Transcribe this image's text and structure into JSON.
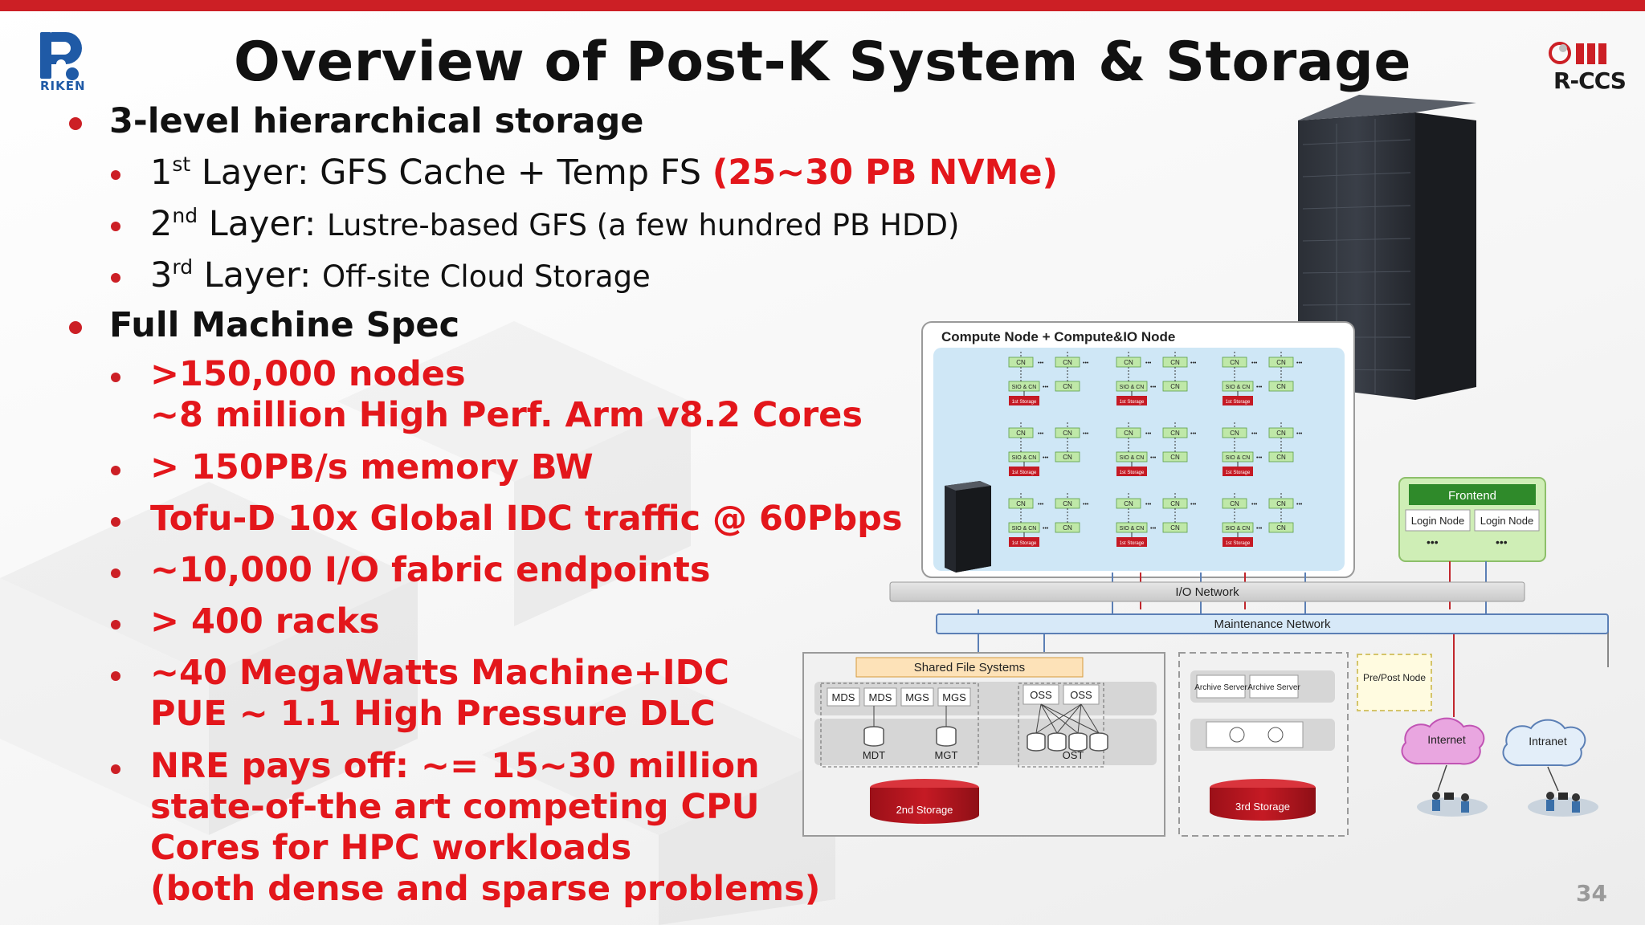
{
  "slide": {
    "title": "Overview of Post-K System & Storage",
    "page_number": "34",
    "logos": {
      "left": "RIKEN",
      "right": "R-CCS"
    },
    "accent_color": "#cc1f25",
    "highlight_color": "#e3161b"
  },
  "bullets": {
    "storage": {
      "heading": "3-level hierarchical storage",
      "layers": [
        {
          "num": "1",
          "sup": "st",
          "prefix": " Layer: ",
          "text": "GFS Cache + Temp FS ",
          "highlight": "(25~30 PB NVMe)"
        },
        {
          "num": "2",
          "sup": "nd",
          "prefix": " Layer: ",
          "text": "Lustre-based GFS (a few hundred PB HDD)"
        },
        {
          "num": "3",
          "sup": "rd",
          "prefix": " Layer: ",
          "text": "Off-site Cloud Storage"
        }
      ]
    },
    "spec": {
      "heading": "Full Machine Spec",
      "items": [
        {
          "line1": ">150,000 nodes",
          "line2": "~8 million High Perf. Arm v8.2 Cores"
        },
        {
          "line1": "> 150PB/s memory BW"
        },
        {
          "line1": "Tofu-D 10x Global IDC traffic @ 60Pbps"
        },
        {
          "line1": "~10,000 I/O fabric endpoints"
        },
        {
          "line1": "> 400 racks"
        },
        {
          "line1": "~40 MegaWatts Machine+IDC",
          "line2": "PUE ~ 1.1 High Pressure DLC"
        },
        {
          "line1": "NRE pays off: ~= 15~30 million",
          "line2": "state-of-the art competing CPU",
          "line3": "Cores for HPC workloads",
          "line4": "(both dense and sparse problems)"
        }
      ]
    }
  },
  "diagram": {
    "compute_title": "Compute Node + Compute&IO Node",
    "cn": "CN",
    "sio": "SIO & CN",
    "storage1": "1st Storage",
    "dots": "•••",
    "frontend": "Frontend",
    "login_node": "Login Node",
    "io_network": "I/O Network",
    "maintenance_network": "Maintenance Network",
    "shared_fs": "Shared File Systems",
    "mds": "MDS",
    "mgs": "MGS",
    "oss": "OSS",
    "mdt": "MDT",
    "mgt": "MGT",
    "ost": "OST",
    "storage2": "2nd Storage",
    "archive_server": "Archive Server",
    "storage3": "3rd Storage",
    "prepost": "Pre/Post Node",
    "internet": "Internet",
    "intranet": "Intranet"
  }
}
